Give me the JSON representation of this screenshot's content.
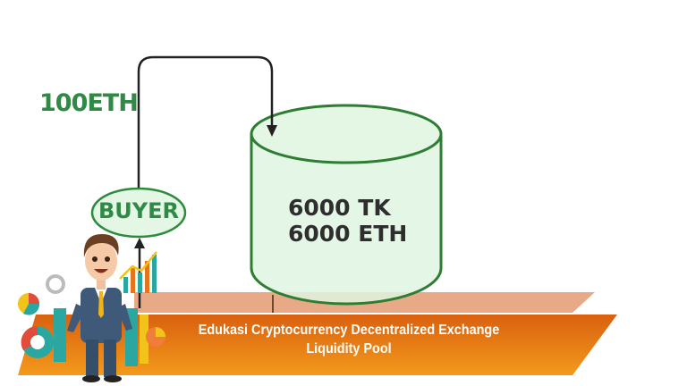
{
  "diagram": {
    "transfer_amount": "100ETH",
    "buyer_label": "BUYER",
    "pool": {
      "line1": "6000 TK",
      "line2": "6000 ETH"
    }
  },
  "banner": {
    "title_line1": "Edukasi Cryptocurrency Decentralized Exchange",
    "title_line2": "Liquidity Pool"
  },
  "colors": {
    "accent_green": "#2f8a45",
    "pool_fill": "#dff5e0",
    "banner_orange": "#e8741a"
  }
}
